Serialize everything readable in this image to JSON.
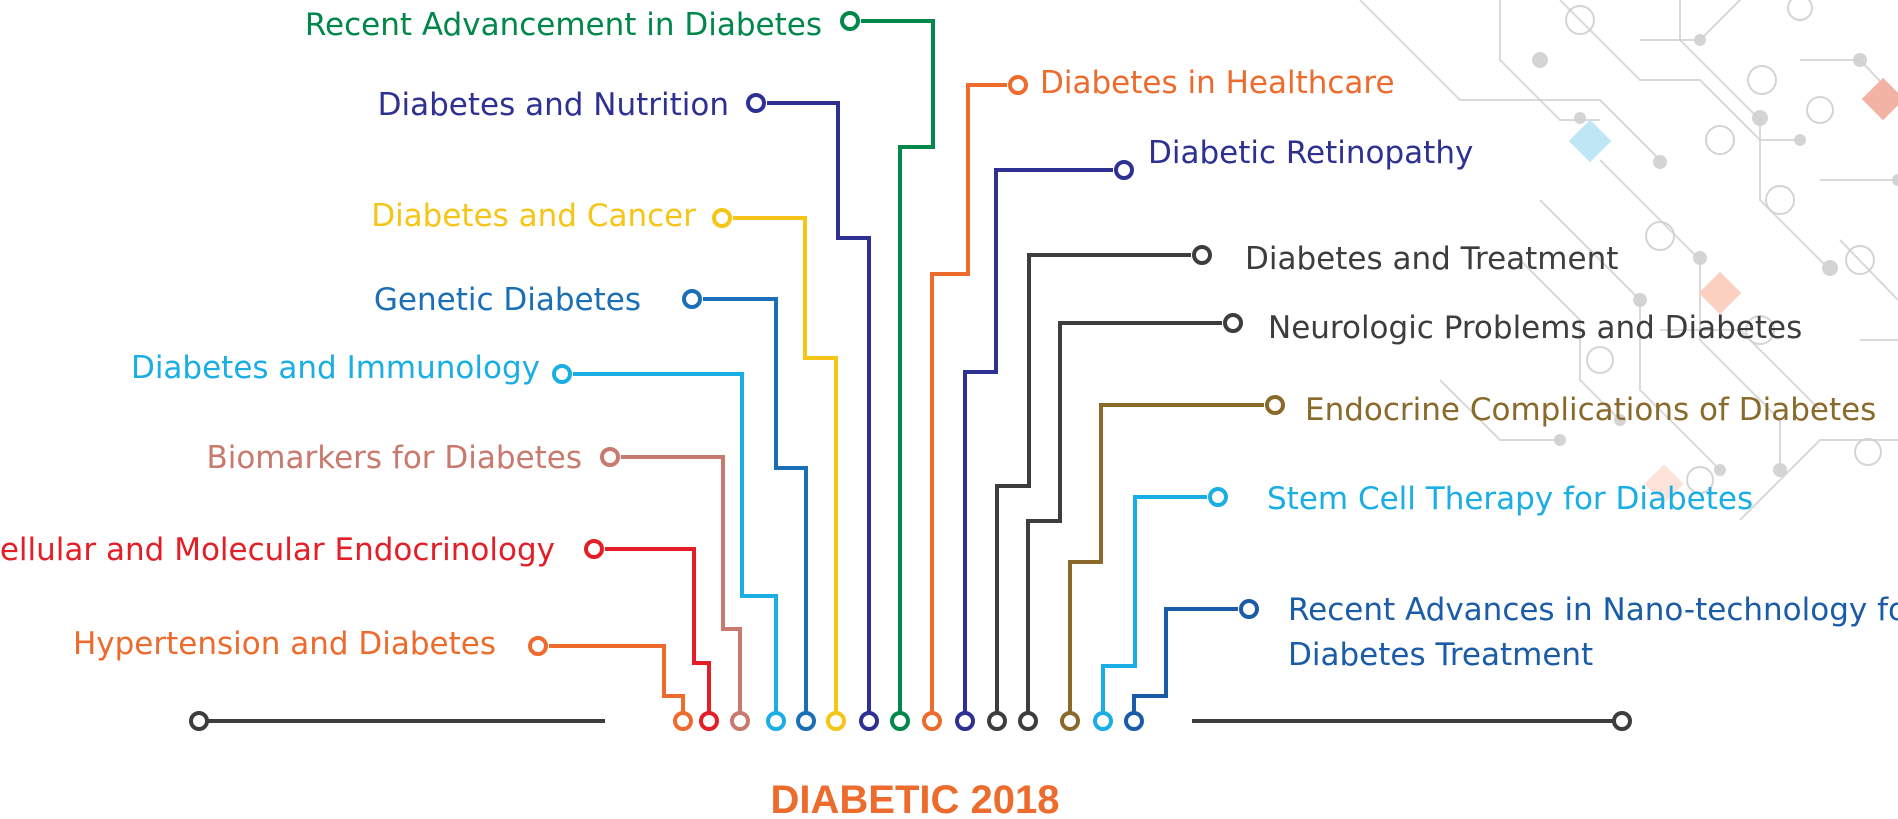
{
  "event_title": {
    "text": "DIABETIC 2018",
    "color": "#EC6B2D"
  },
  "axis_color": "#3d3d3d",
  "background_pattern": {
    "description_icon": "circuit-pattern",
    "color": "#cfcfcf",
    "accent_colors": [
      "#bfe6f5",
      "#fbd0c0",
      "#f2b2a4"
    ]
  },
  "topics": [
    {
      "id": "hypertension",
      "label": "Hypertension and Diabetes",
      "color": "#EC6B2D",
      "side": "left"
    },
    {
      "id": "cellular-molecular",
      "label": "Cellular and Molecular Endocrinology",
      "color": "#E31E26",
      "side": "left"
    },
    {
      "id": "biomarkers",
      "label": "Biomarkers for Diabetes",
      "color": "#C87A6E",
      "side": "left"
    },
    {
      "id": "immunology",
      "label": "Diabetes and Immunology",
      "color": "#1AAEE5",
      "side": "left"
    },
    {
      "id": "genetic",
      "label": "Genetic Diabetes",
      "color": "#1B6FB6",
      "side": "left"
    },
    {
      "id": "cancer",
      "label": "Diabetes and Cancer",
      "color": "#F5C518",
      "side": "left"
    },
    {
      "id": "nutrition",
      "label": "Diabetes and Nutrition",
      "color": "#2E3192",
      "side": "left"
    },
    {
      "id": "recent-advancement",
      "label": "Recent Advancement in Diabetes",
      "color": "#00874A",
      "side": "left"
    },
    {
      "id": "healthcare",
      "label": "Diabetes in Healthcare",
      "color": "#EC6B2D",
      "side": "right"
    },
    {
      "id": "retinopathy",
      "label": "Diabetic Retinopathy",
      "color": "#2E3192",
      "side": "right"
    },
    {
      "id": "treatment",
      "label": "Diabetes and Treatment",
      "color": "#3d3d3d",
      "side": "right"
    },
    {
      "id": "neurologic",
      "label": "Neurologic Problems and Diabetes",
      "color": "#3d3d3d",
      "side": "right"
    },
    {
      "id": "endocrine",
      "label": "Endocrine Complications of Diabetes",
      "color": "#8A6A2A",
      "side": "right"
    },
    {
      "id": "stem-cell",
      "label": "Stem Cell Therapy for Diabetes",
      "color": "#1AAEE5",
      "side": "right"
    },
    {
      "id": "nano-technology",
      "label": "Recent Advances in Nano-technology for\nDiabetes Treatment",
      "color": "#1B5CA8",
      "side": "right"
    }
  ]
}
